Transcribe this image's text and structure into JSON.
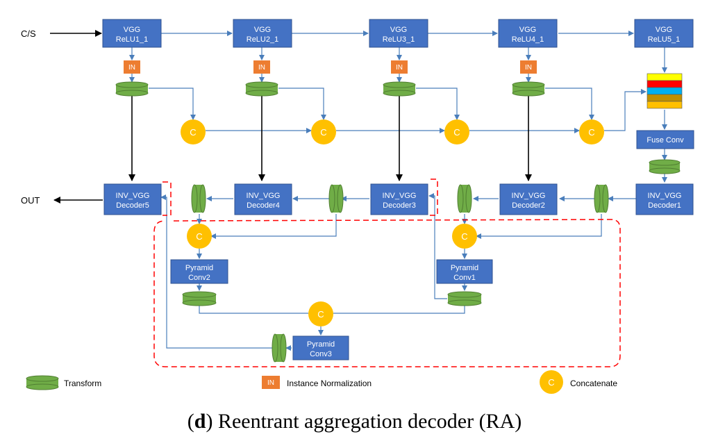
{
  "io": {
    "input_label": "C/S",
    "output_label": "OUT"
  },
  "encoders": [
    {
      "line1": "VGG",
      "line2": "ReLU1_1"
    },
    {
      "line1": "VGG",
      "line2": "ReLU2_1"
    },
    {
      "line1": "VGG",
      "line2": "ReLU3_1"
    },
    {
      "line1": "VGG",
      "line2": "ReLU4_1"
    },
    {
      "line1": "VGG",
      "line2": "ReLU5_1"
    }
  ],
  "in_label": "IN",
  "concat_label": "C",
  "fuse_conv": "Fuse Conv",
  "feature_stack_colors": [
    "#ffff00",
    "#ff0000",
    "#00b0f0",
    "#bf9000",
    "#ffc000"
  ],
  "decoders": [
    {
      "line1": "INV_VGG",
      "line2": "Decoder5"
    },
    {
      "line1": "INV_VGG",
      "line2": "Decoder4"
    },
    {
      "line1": "INV_VGG",
      "line2": "Decoder3"
    },
    {
      "line1": "INV_VGG",
      "line2": "Decoder2"
    },
    {
      "line1": "INV_VGG",
      "line2": "Decoder1"
    }
  ],
  "pyramid": [
    {
      "line1": "Pyramid",
      "line2": "Conv2"
    },
    {
      "line1": "Pyramid",
      "line2": "Conv1"
    },
    {
      "line1": "Pyramid",
      "line2": "Conv3"
    }
  ],
  "legend": {
    "transform": "Transform",
    "instance_norm": "Instance Normalization",
    "concatenate": "Concatenate"
  },
  "caption": {
    "letter": "d",
    "text": ") Reentrant aggregation decoder (RA)"
  },
  "colors": {
    "box": "#4472c4",
    "transform": "#70ad47",
    "concat": "#ffc000",
    "in": "#ed7d31",
    "dash": "#ff0000",
    "line": "#4a7ebb"
  }
}
